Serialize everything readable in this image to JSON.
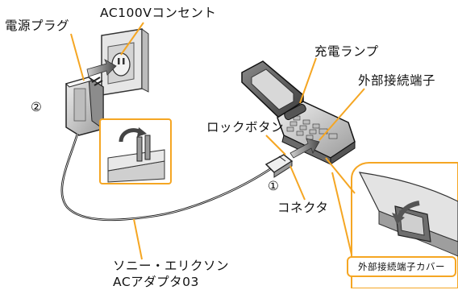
{
  "labels": {
    "outlet": "AC100Vコンセント",
    "plug": "電源プラグ",
    "step2": "②",
    "charge_lamp": "充電ランプ",
    "ext_terminal": "外部接続端子",
    "lock_button": "ロックボタン",
    "step1": "①",
    "connector": "コネクタ",
    "adapter_line1": "ソニー・エリクソン",
    "adapter_line2": "ACアダプタ03",
    "cover": "外部接続端子カバー"
  },
  "colors": {
    "leader": "#f5a623",
    "line": "#222222",
    "device_light": "#d9d9d9",
    "device_dark": "#6e6e6e",
    "arrow": "#5a5a5a"
  }
}
